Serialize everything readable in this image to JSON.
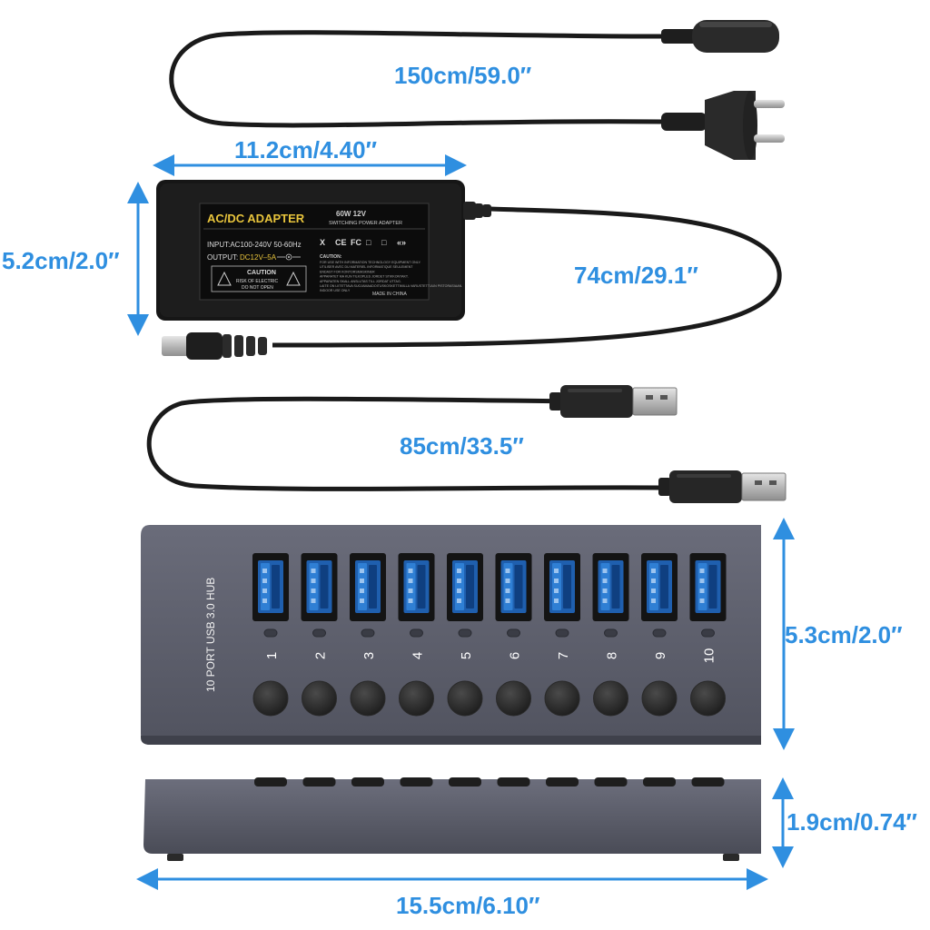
{
  "colors": {
    "accent": "#2f8fe0",
    "hub": "#5b5d6b",
    "cable": "#1a1a1a"
  },
  "dimensions": {
    "power_cord_length": "150cm/59.0″",
    "adapter_width": "11.2cm/4.40″",
    "adapter_height": "5.2cm/2.0″",
    "dc_cable_length": "74cm/29.1″",
    "usb_cable_length": "85cm/33.5″",
    "hub_height": "5.3cm/2.0″",
    "hub_thickness": "1.9cm/0.74″",
    "hub_length": "15.5cm/6.10″"
  },
  "adapter_label": {
    "title": "AC/DC ADAPTER",
    "rating": "60W  12V",
    "type": "SWITCHING POWER ADAPTER",
    "input": "INPUT:AC100-240V 50-60Hz",
    "output_prefix": "OUTPUT:",
    "output_value": "DC12V–5A",
    "caution_title": "CAUTION",
    "caution_line1": "RISK OF ELECTRIC",
    "caution_line2": "DO NOT OPEN",
    "caution_header": "CAUTION:",
    "fineprint": [
      "FOR USE WITH INFORMATION TECHNOLOGY EQUIPMENT ONLY.",
      "UTILISER AVEC DU MATERIEL INFORMATIQUE SEULEMENT",
      "ENDAST FOR KONTORSMASKINER",
      "APPARATET MA KUN TILKOPLES JORDET STIKKONTAKT.",
      "APPARATEN SKALL ANSLUTAS TILL JORDAT UTTAG.",
      "LAITE ON LIITETTAVA SUOJAMAADOITUSKOSKETTIMILLA VARUSTETTUUN PISTORASIAAN.",
      "INDOOR USE ONLY"
    ],
    "made_in": "MADE IN CHINA",
    "marks": [
      "X",
      "CE",
      "FC",
      "□",
      "□",
      "«»"
    ]
  },
  "hub": {
    "label": "10 PORT USB 3.0 HUB",
    "ports": [
      "1",
      "2",
      "3",
      "4",
      "5",
      "6",
      "7",
      "8",
      "9",
      "10"
    ]
  }
}
